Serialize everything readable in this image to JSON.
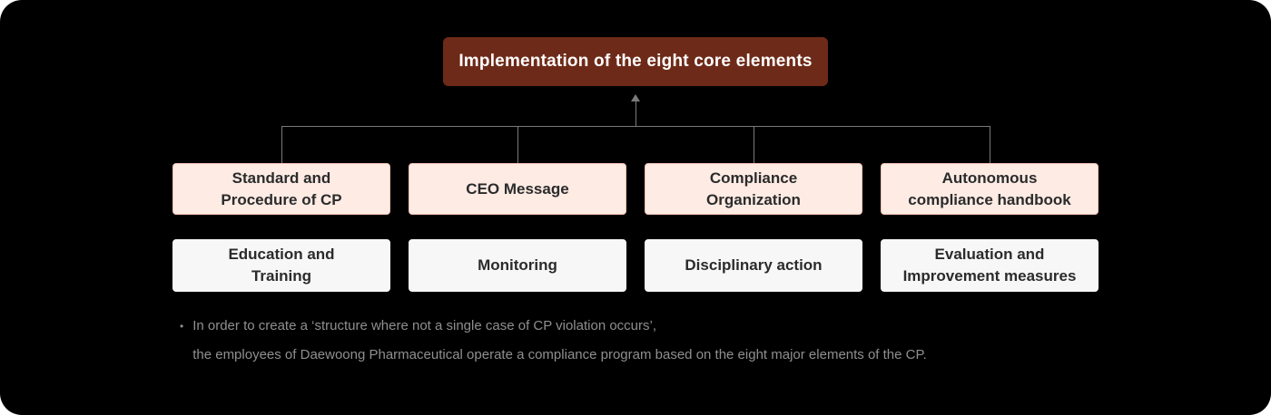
{
  "diagram": {
    "title": "Implementation of the eight core elements",
    "row1": [
      {
        "lines": [
          "Standard and",
          "Procedure of CP"
        ]
      },
      {
        "lines": [
          "CEO Message"
        ]
      },
      {
        "lines": [
          "Compliance",
          "Organization"
        ]
      },
      {
        "lines": [
          "Autonomous",
          "compliance handbook"
        ]
      }
    ],
    "row2": [
      {
        "lines": [
          "Education and",
          "Training"
        ]
      },
      {
        "lines": [
          "Monitoring"
        ]
      },
      {
        "lines": [
          "Disciplinary action"
        ]
      },
      {
        "lines": [
          "Evaluation and",
          "Improvement measures"
        ]
      }
    ],
    "note": {
      "bullet": "•",
      "line1": "In order to create a ‘structure where not a single case of CP violation occurs’,",
      "line2": "the employees of Daewoong Pharmaceutical operate a compliance program based on the eight major elements of the CP."
    },
    "colors": {
      "canvas_background": "#000000",
      "title_box_fill": "#6e2a18",
      "title_text": "#ffffff",
      "primary_box_fill": "#fdebe4",
      "primary_box_border": "#f4c5b5",
      "secondary_box_fill": "#f7f7f7",
      "box_text": "#2b2b2b",
      "connector_line": "#7a7a7a",
      "note_text": "#8f8f8f"
    }
  }
}
